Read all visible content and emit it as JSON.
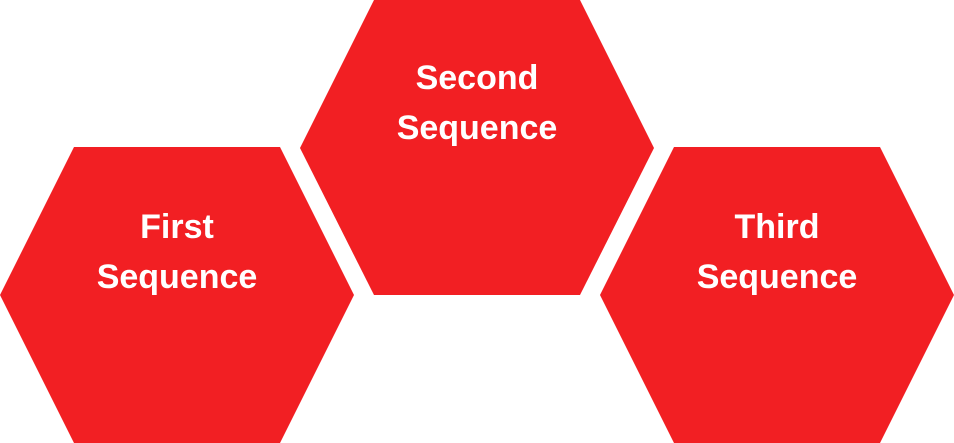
{
  "color": "#F21F23",
  "hexagons": [
    {
      "line1": "First",
      "line2": "Sequence"
    },
    {
      "line1": "Second",
      "line2": "Sequence"
    },
    {
      "line1": "Third",
      "line2": "Sequence"
    }
  ]
}
